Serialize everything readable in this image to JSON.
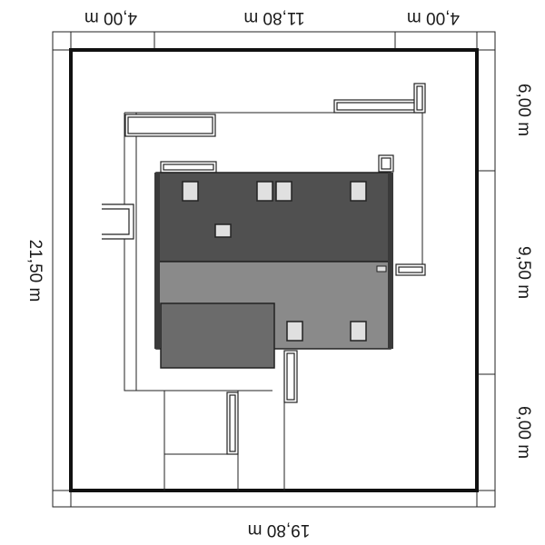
{
  "dimensions": {
    "top_left": "4,00 m",
    "top_middle": "11,80 m",
    "top_right": "4,00 m",
    "bottom": "19,80 m",
    "left": "21,50 m",
    "right_top": "6,00 m",
    "right_middle": "9,50 m",
    "right_bottom": "6,00 m"
  },
  "colors": {
    "plot_border": "#111111",
    "roof_dark": "#505050",
    "roof_medium": "#8a8a8a",
    "roof_garage": "#6b6b6b",
    "window_fill": "#e0e0e0",
    "line": "#222222"
  }
}
